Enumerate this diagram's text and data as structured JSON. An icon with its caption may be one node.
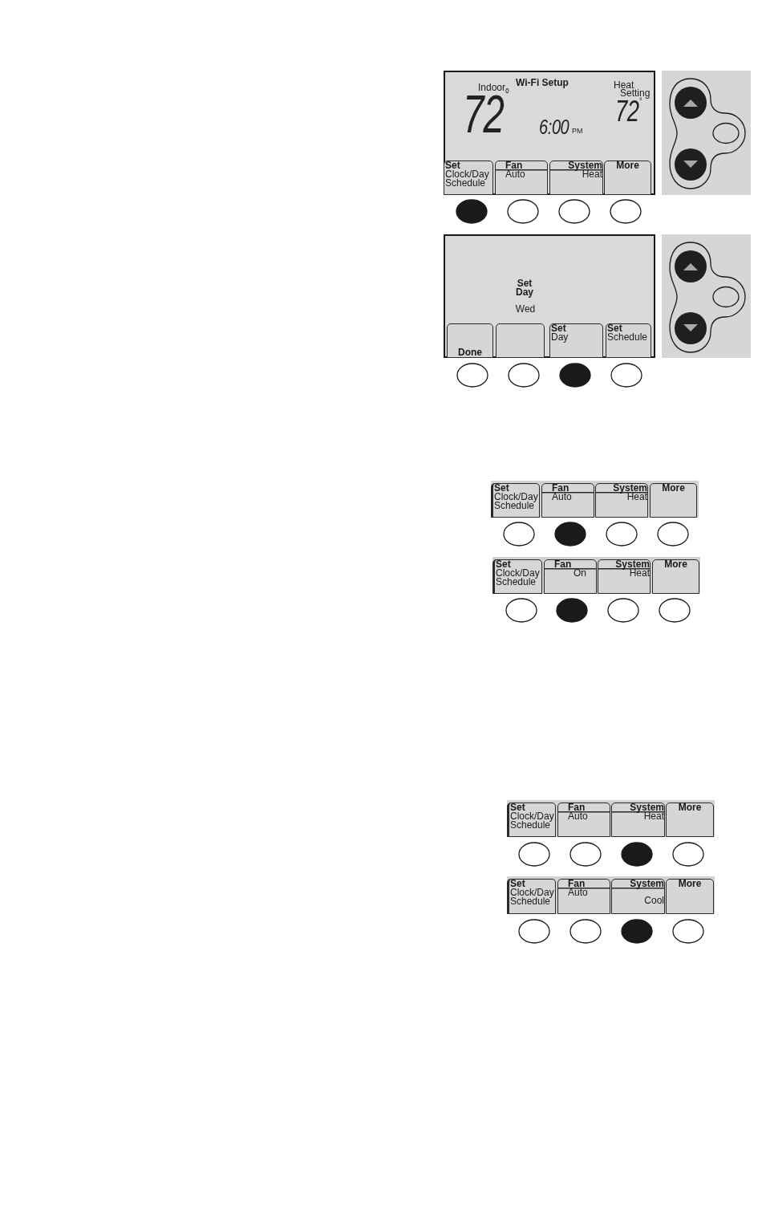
{
  "diagram": {
    "nodes": [
      {
        "text": [
          "Indoor",
          "Wi-Fi Setup",
          "Heat Setting",
          "72$^{°}$",
          "6:00",
          "PM",
          "72$^{°}$"
        ]
      },
      {
        "text": [
          "Set",
          "Clock/Day Schedule"
        ],
        "in": 0
      },
      {
        "text": [
          "Fan",
          "Auto"
        ],
        "in": 0
      },
      {
        "text": [
          "System",
          "Heat"
        ],
        "in": 0
      },
      {
        "text": [
          "More"
        ],
        "in": 0
      },
      {
        "text": [
          "Set Day",
          "Wed"
        ]
      },
      {
        "text": [
          "Done"
        ],
        "in": 5
      },
      {
        "text": [],
        "shape": "box",
        "in": 5
      },
      {
        "text": [
          "Set",
          "Day"
        ],
        "in": 5
      },
      {
        "text": [
          "Set",
          "Schedule"
        ],
        "in": 5
      },
      {
        "text": [],
        "shape": "box"
      },
      {
        "text": [
          "Set",
          "Clock/Day Schedule"
        ],
        "in": 10
      },
      {
        "text": [
          "Fan",
          "Auto"
        ],
        "in": 10
      },
      {
        "text": [
          "System",
          "Heat"
        ],
        "in": 10
      },
      {
        "text": [
          "More"
        ],
        "in": 10
      },
      {
        "text": [],
        "shape": "box"
      },
      {
        "text": [
          "Set",
          "Clock/Day Schedule"
        ],
        "in": 15
      },
      {
        "text": [
          "Fan",
          "On"
        ],
        "in": 15
      },
      {
        "text": [
          "System",
          "Heat"
        ],
        "in": 15
      },
      {
        "text": [
          "More"
        ],
        "in": 15
      },
      {
        "text": [],
        "shape": "box"
      },
      {
        "text": [
          "Set",
          "Clock/Day Schedule"
        ],
        "in": 20
      },
      {
        "text": [
          "Fan",
          "Auto"
        ],
        "in": 20
      },
      {
        "text": [
          "System",
          "Heat"
        ],
        "in": 20
      },
      {
        "text": [
          "More"
        ],
        "in": 20
      },
      {
        "text": [],
        "shape": "box"
      },
      {
        "text": [
          "Set",
          "Clock/Day Schedule"
        ],
        "in": 25
      },
      {
        "text": [
          "Fan",
          "Auto"
        ],
        "in": 25
      },
      {
        "text": [
          "System",
          "Cool"
        ],
        "in": 25
      },
      {
        "text": [
          "More"
        ],
        "in": 25
      }
    ]
  }
}
